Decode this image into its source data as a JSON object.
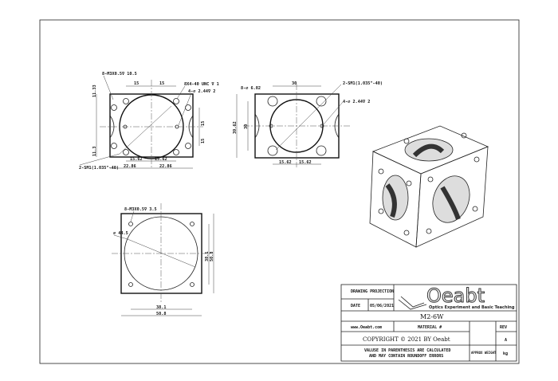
{
  "views": {
    "front": {
      "callouts": [
        "8-M3X0.5∇ 10.5",
        "8X4-40 UNC ∇ 1",
        "4-∅ 2.44∇ 2",
        "2-SM1(1.035\"-40)"
      ],
      "dims": {
        "top_left": "15",
        "top_right": "15",
        "left_top": "11.33",
        "left_bottom": "11.3",
        "right_top": "15",
        "right_bottom": "15",
        "inner_left": "15.62",
        "inner_right": "15.62",
        "outer_left": "22.86",
        "outer_right": "22.86"
      }
    },
    "side": {
      "callouts": [
        "8-∅ 6.02",
        "2-SM1(1.035\"-40)",
        "4-∅ 2.44∇ 2"
      ],
      "dims": {
        "top": "30",
        "height": "39.62",
        "inner_height": "30",
        "bottom_left": "15.62",
        "bottom_right": "15.62"
      }
    },
    "bottom": {
      "callouts": [
        "8-M3X0.5∇ 3.5",
        "∅ 44.5"
      ],
      "dims": {
        "inner_v": "38.1",
        "outer_v": "50.8",
        "inner_h": "38.1",
        "outer_h": "50.8"
      }
    }
  },
  "title_block": {
    "drawing_projection": "DRAWING PROJECTION",
    "date_label": "DATE",
    "date_value": "05/06/2021",
    "logo_text": "Oeabt",
    "logo_subtitle": "Optics Experiment and Basic Teaching",
    "part_number": "M2-6W",
    "website": "www.Oeabt.com",
    "material": "MATERIAL #",
    "rev_label": "REV",
    "rev_value": "A",
    "copyright": "COPYRIGHT © 2021 BY Oeabt",
    "note_line1": "VALUSE IN PARENTHESIS ARE CALCULATED",
    "note_line2": "AND MAY CONTAIN ROUNDOFF ERRORS",
    "weight_label": "APPROX WEIGHT",
    "weight_unit": "kg"
  }
}
